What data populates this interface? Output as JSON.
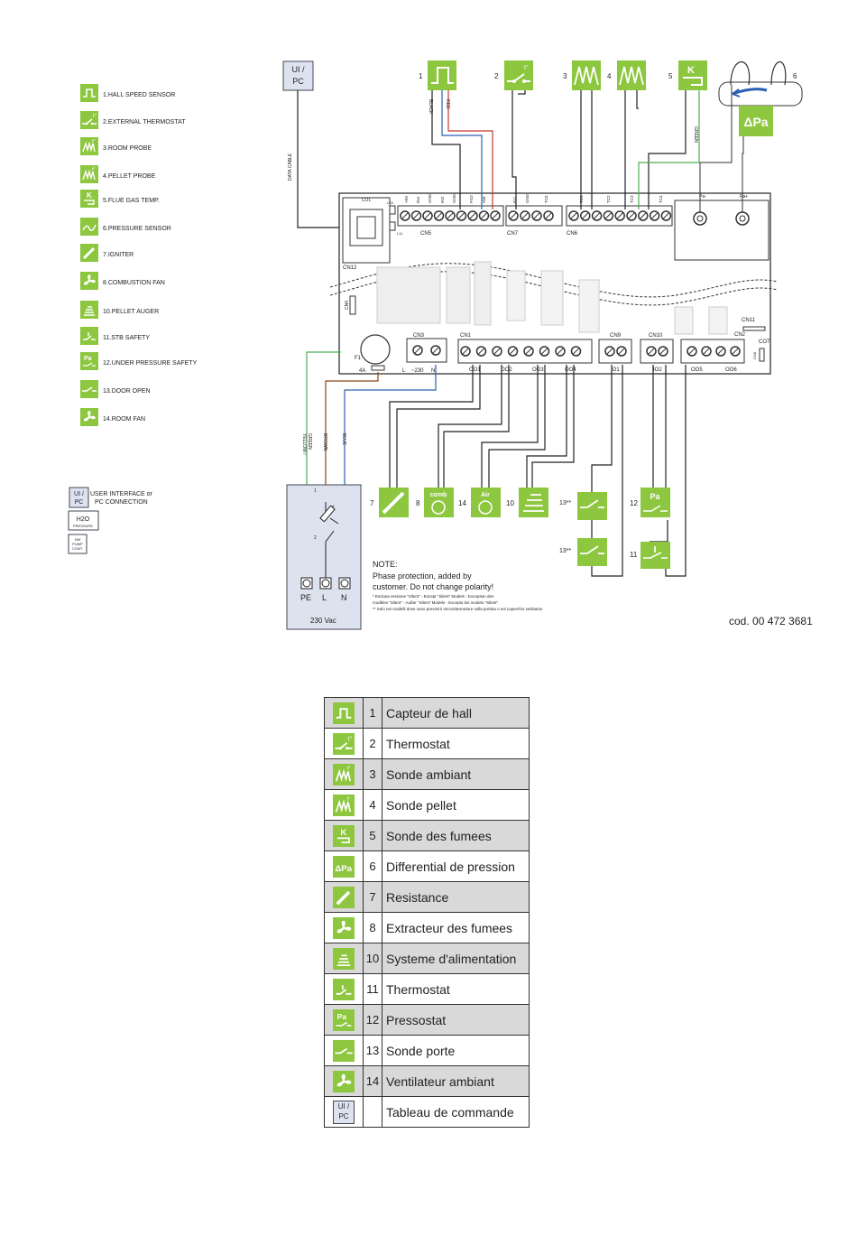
{
  "legend": [
    {
      "code": "hall",
      "label": "1.HALL SPEED SENSOR"
    },
    {
      "code": "thermo",
      "label": "2.EXTERNAL THERMOSTAT"
    },
    {
      "code": "probe",
      "label": "3.ROOM PROBE"
    },
    {
      "code": "probe",
      "label": "4.PELLET PROBE"
    },
    {
      "code": "fluegas",
      "label": "5.FLUE GAS TEMP."
    },
    {
      "code": "pressure",
      "label": "6.PRESSURE SENSOR"
    },
    {
      "code": "igniter",
      "label": "7.IGNITER"
    },
    {
      "code": "fan",
      "label": "8.COMBUSTION FAN"
    },
    {
      "code": "auger",
      "label": "10.PELLET AUGER"
    },
    {
      "code": "stb",
      "label": "11.STB SAFETY"
    },
    {
      "code": "pa",
      "label": "12.UNDER PRESSURE SAFETY"
    },
    {
      "code": "door",
      "label": "13.DOOR OPEN"
    },
    {
      "code": "fan",
      "label": "14.ROOM FAN"
    }
  ],
  "side_boxes": {
    "ui_line1": "UI /",
    "ui_line2": "PC",
    "ui_desc_1": "USER INTERFACE or",
    "ui_desc_2": "PC CONNECTION",
    "h2o_1": "H2O",
    "h2o_2": "PRESSURE",
    "hw_1": "HW",
    "hw_2": "PUMP",
    "hw_3": "CONT."
  },
  "diagram": {
    "ui_top_1": "UI /",
    "ui_top_2": "PC",
    "data_cable": "DATA CABLE",
    "connectors": [
      "CO1",
      "CN12",
      "CN5",
      "CN7",
      "CN6",
      "CN4",
      "CN3",
      "CN1",
      "CN9",
      "CN10",
      "CN11",
      "CN2",
      "CN8",
      "CO7"
    ],
    "cn5_pins": [
      "+5V",
      "IN4",
      "GND",
      "IN3",
      "GND",
      "FG2",
      "HW"
    ],
    "cn7_pins": [
      "IG1",
      "GND",
      "TC5"
    ],
    "cn6_pins": [
      "TC1",
      "TC2",
      "TC3",
      "TC4"
    ],
    "pa_labels": [
      "Pa-",
      "Pa+"
    ],
    "outputs": [
      "OO1",
      "OO2",
      "OO3",
      "OO4",
      "IO1",
      "IO2",
      "OO5",
      "OO6"
    ],
    "led_labels": [
      "L33",
      "L11"
    ],
    "fuse": "F1",
    "fuse_rating": "4A",
    "cn3_labels": [
      "L",
      "~230",
      "N"
    ],
    "wire_labels": {
      "black": "BLACK",
      "red": "RED",
      "green": "GREEN",
      "yg_1": "YELLOW /",
      "yg_2": "GREEN",
      "brown": "BROWN",
      "blue": "BLUE"
    },
    "top_numbers": [
      "1",
      "2",
      "3",
      "4",
      "5",
      "6"
    ],
    "bottom_numbers": [
      "7",
      "8",
      "14",
      "10",
      "13**",
      "12",
      "13**",
      "11"
    ],
    "device_text": {
      "comb": "comb",
      "air": "Air",
      "dpa": "ΔPa",
      "pa": "Pa",
      "k": "K"
    },
    "power": {
      "n1": "1",
      "n2": "2",
      "pe": "PE",
      "l": "L",
      "n": "N",
      "supply": "230 Vac"
    },
    "note": {
      "title": "NOTE:",
      "line1": "Phase protection, added by",
      "line2": "customer. Do not change polarity!",
      "fn1": "* Esclusa versione \"Silent\" - Except \"Silent\" Models - Exception des",
      "fn2": "modèles \"Silent\" - Außer \"Silent\" Models - Excepto los modelo \"Silent\"",
      "fn3": "** Solo nei modelli dove sono previsti il microinterruttore sulla portina o sul coperchio serbatoio"
    },
    "code": "cod. 00 472 3681"
  },
  "table": [
    {
      "num": "1",
      "label": "Capteur de hall",
      "shaded": true,
      "icon": "hall"
    },
    {
      "num": "2",
      "label": "Thermostat",
      "shaded": false,
      "icon": "thermo"
    },
    {
      "num": "3",
      "label": "Sonde ambiant",
      "shaded": true,
      "icon": "probe"
    },
    {
      "num": "4",
      "label": "Sonde pellet",
      "shaded": false,
      "icon": "probe"
    },
    {
      "num": "5",
      "label": "Sonde des fumees",
      "shaded": true,
      "icon": "fluegas"
    },
    {
      "num": "6",
      "label": "Differential de pression",
      "shaded": false,
      "icon": "dpa"
    },
    {
      "num": "7",
      "label": "Resistance",
      "shaded": true,
      "icon": "igniter"
    },
    {
      "num": "8",
      "label": "Extracteur des fumees",
      "shaded": false,
      "icon": "fan"
    },
    {
      "num": "10",
      "label": "Systeme d'alimentation",
      "shaded": true,
      "icon": "auger"
    },
    {
      "num": "11",
      "label": "Thermostat",
      "shaded": false,
      "icon": "stb"
    },
    {
      "num": "12",
      "label": "Pressostat",
      "shaded": true,
      "icon": "pa"
    },
    {
      "num": "13",
      "label": "Sonde porte",
      "shaded": false,
      "icon": "door"
    },
    {
      "num": "14",
      "label": "Ventilateur ambiant",
      "shaded": true,
      "icon": "fan"
    },
    {
      "num": "",
      "label": "Tableau de commande",
      "shaded": false,
      "icon": "ui"
    }
  ],
  "table_ui_icon": {
    "l1": "UI /",
    "l2": "PC"
  },
  "colors": {
    "green": "#8dc63f",
    "board": "#333333",
    "black_wire": "#222222",
    "red_wire": "#c0392b",
    "blue_wire": "#2c5fb3",
    "green_wire": "#4caf50",
    "brown_wire": "#8b4513"
  }
}
